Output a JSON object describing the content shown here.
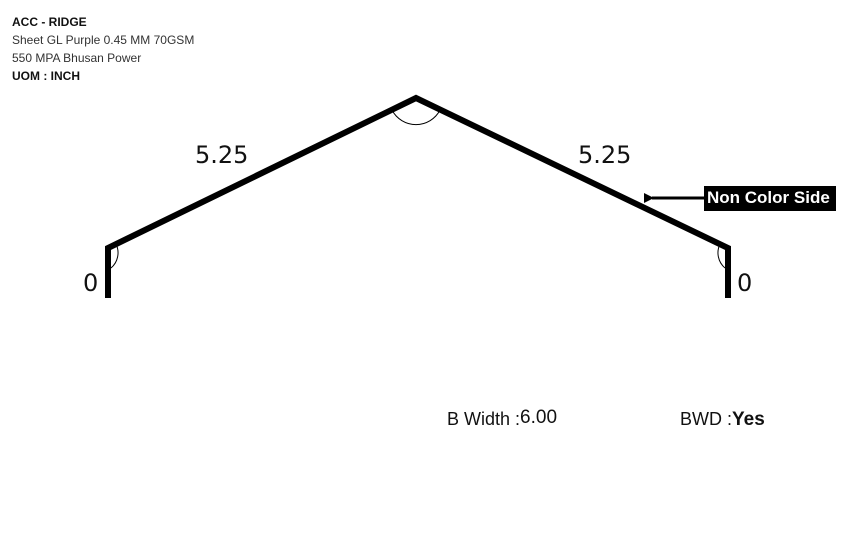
{
  "header": {
    "title": "ACC - RIDGE",
    "line1": "Sheet GL Purple 0.45 MM 70GSM",
    "line2": "550 MPA Bhusan Power",
    "uom": "UOM : INCH"
  },
  "profile": {
    "left_segment": "5.25",
    "right_segment": "5.25",
    "left_end": "0",
    "right_end": "0",
    "side_label": "Non Color Side"
  },
  "footer": {
    "bwidth_label": "B Width :",
    "bwidth_value": "6.00",
    "bwd_label": "BWD :",
    "bwd_value": "Yes"
  },
  "colors": {
    "line": "#000000",
    "label_bg": "#000000",
    "label_text": "#ffffff"
  }
}
